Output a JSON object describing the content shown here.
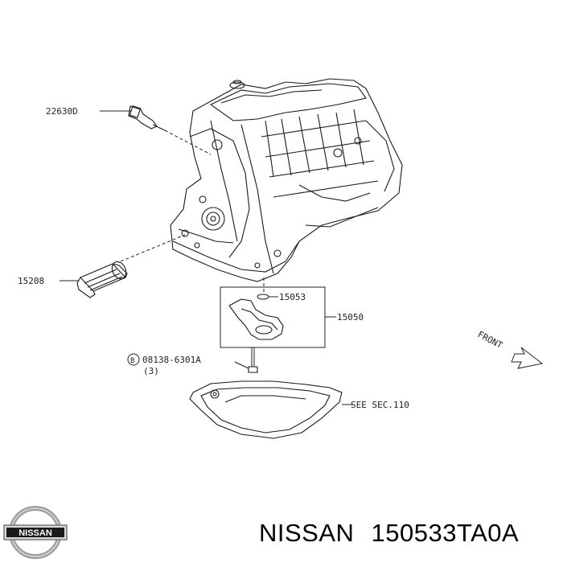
{
  "labels": {
    "sensor": "22630D",
    "filter": "15208",
    "seal": "15053",
    "strainer": "15050",
    "bolt_circle": "B",
    "bolt": "08138-6301A",
    "bolt_qty": "(3)",
    "see_sec": "SEE SEC.110",
    "front": "FRONT"
  },
  "logo": {
    "text": "NISSAN",
    "icon": "nissan-logo-icon"
  },
  "caption": {
    "brand": "NISSAN",
    "part_number": "150533TA0A"
  }
}
